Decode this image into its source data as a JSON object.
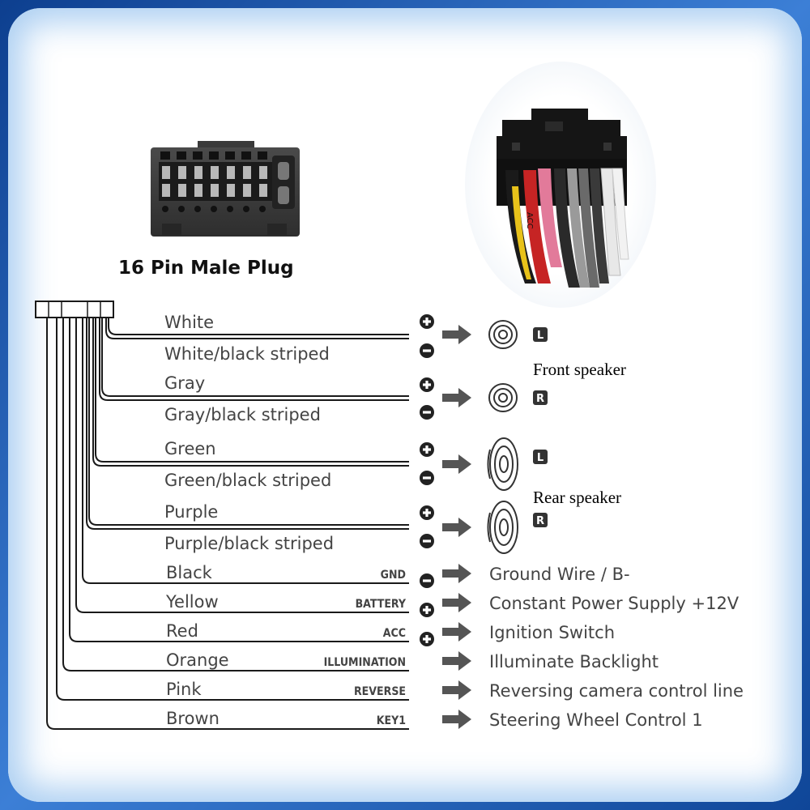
{
  "plug_title": "16 Pin Male Plug",
  "connector_print": "ACC",
  "speaker_wires": [
    {
      "name": "White",
      "polarity": "+"
    },
    {
      "name": "White/black striped",
      "polarity": "-"
    },
    {
      "name": "Gray",
      "polarity": "+"
    },
    {
      "name": "Gray/black striped",
      "polarity": "-"
    },
    {
      "name": "Green",
      "polarity": "+"
    },
    {
      "name": "Green/black striped",
      "polarity": "-"
    },
    {
      "name": "Purple",
      "polarity": "+"
    },
    {
      "name": "Purple/black striped",
      "polarity": "-"
    }
  ],
  "speakers": [
    {
      "side": "L",
      "group": "Front speaker"
    },
    {
      "side": "R",
      "group": "Front speaker"
    },
    {
      "side": "L",
      "group": "Rear speaker"
    },
    {
      "side": "R",
      "group": "Rear speaker"
    }
  ],
  "speaker_groups": {
    "front": "Front speaker",
    "rear": "Rear speaker"
  },
  "power_wires": [
    {
      "name": "Black",
      "function": "GND",
      "polarity": "-",
      "description": "Ground Wire / B-"
    },
    {
      "name": "Yellow",
      "function": "BATTERY",
      "polarity": "+",
      "description": "Constant Power Supply +12V"
    },
    {
      "name": "Red",
      "function": "ACC",
      "polarity": "+",
      "description": "Ignition Switch"
    },
    {
      "name": "Orange",
      "function": "ILLUMINATION",
      "polarity": "",
      "description": "Illuminate Backlight"
    },
    {
      "name": "Pink",
      "function": "REVERSE",
      "polarity": "",
      "description": "Reversing camera control line"
    },
    {
      "name": "Brown",
      "function": "KEY1",
      "polarity": "",
      "description": "Steering Wheel Control 1"
    }
  ],
  "colors": {
    "line": "#1a1a1a",
    "text": "#444444",
    "arrow": "#555555",
    "frame": "#1e5aa8"
  }
}
